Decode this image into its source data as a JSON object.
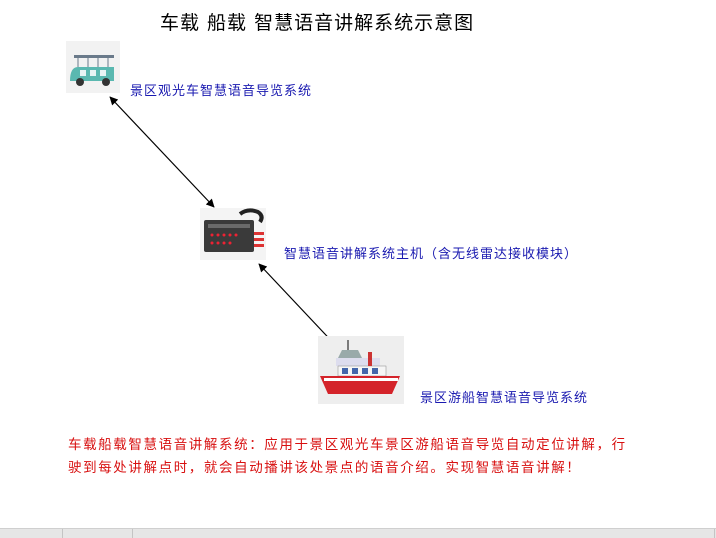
{
  "title": "车载 船载 智慧语音讲解系统示意图",
  "nodes": {
    "bus": {
      "label": "景区观光车智慧语音导览系统",
      "icon": "tour-bus-icon"
    },
    "host": {
      "label": "智慧语音讲解系统主机（含无线雷达接收模块）",
      "icon": "host-device-icon"
    },
    "ship": {
      "label": "景区游船智慧语音导览系统",
      "icon": "tour-boat-icon"
    }
  },
  "description": "车载船载智慧语音讲解系统：应用于景区观光车景区游船语音导览自动定位讲解，行驶到每处讲解点时，就会自动播讲该处景点的语音介绍。实现智慧语音讲解！",
  "colors": {
    "label_text": "#1a1ab0",
    "description_text": "#d81010",
    "bus_body": "#5ab8b0",
    "ship_hull": "#d4232a",
    "device_body": "#3a3a3a"
  }
}
